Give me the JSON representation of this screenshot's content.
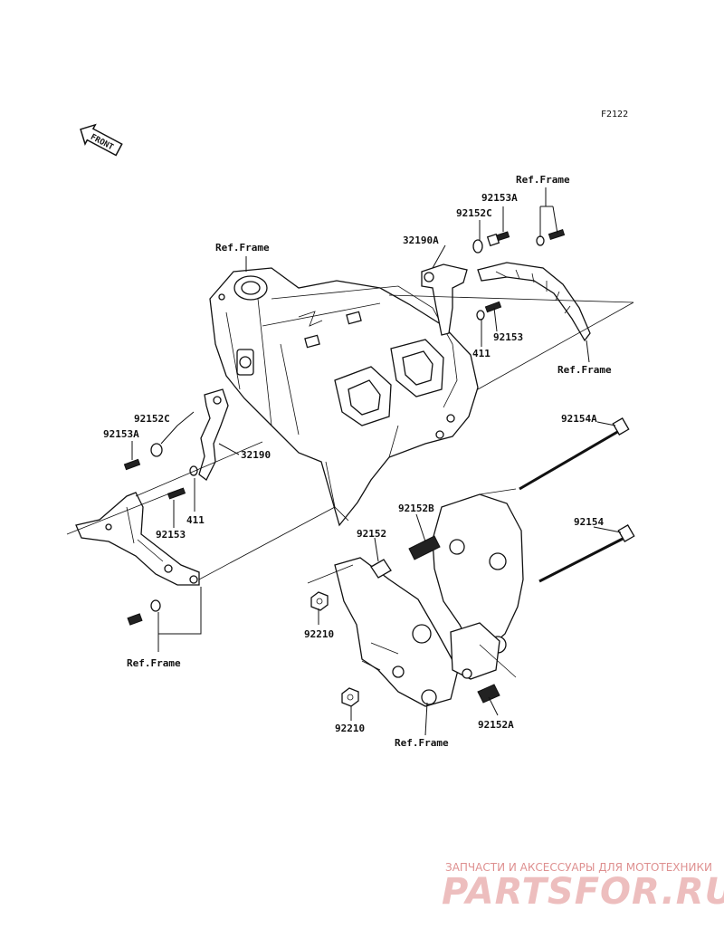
{
  "figure_code": "F2122",
  "front_label": "FRONT",
  "labels": {
    "ref_frame": "Ref.Frame",
    "p32190A": "32190A",
    "p92152C": "92152C",
    "p92153A": "92153A",
    "p411": "411",
    "p92153": "92153",
    "p32190": "32190",
    "p92154A": "92154A",
    "p92154": "92154",
    "p92152B": "92152B",
    "p92152": "92152",
    "p92210": "92210",
    "p92152A": "92152A"
  },
  "watermark": {
    "caption": "ЗАПЧАСТИ И АКСЕССУАРЫ ДЛЯ МОТОТЕХНИКИ",
    "brand": "PARTSFOR.RU"
  }
}
